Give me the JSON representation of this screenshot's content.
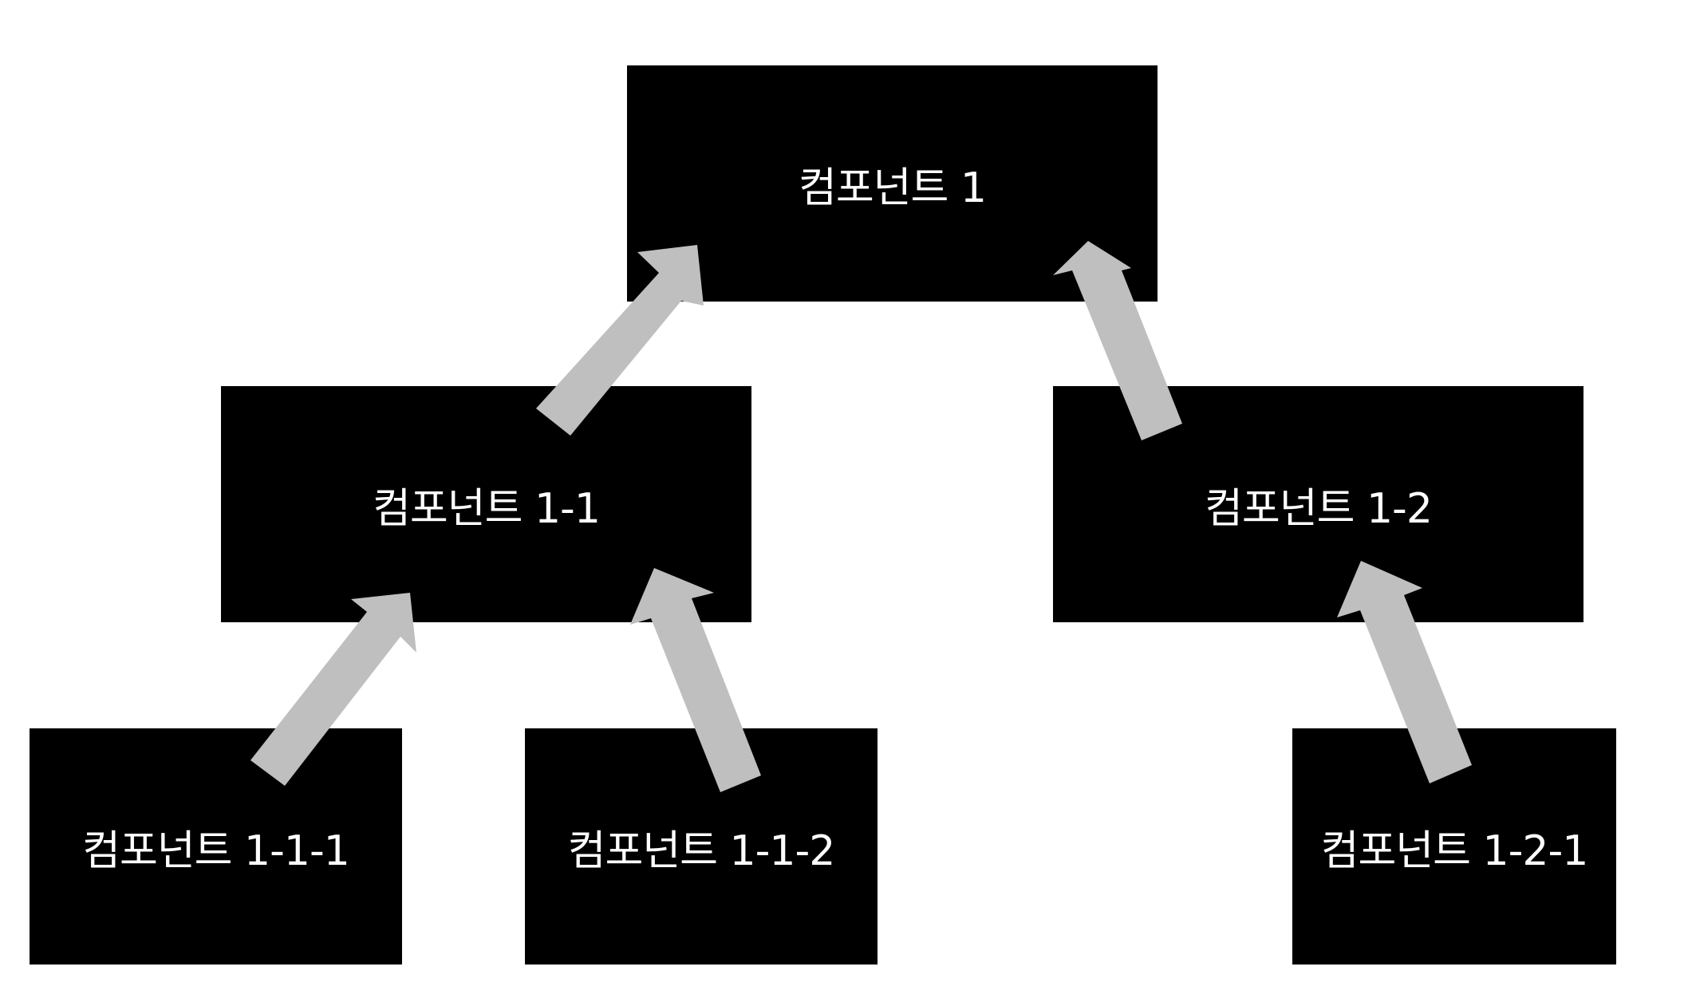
{
  "diagram": {
    "nodes": {
      "n1": {
        "label": "컴포넌트 1"
      },
      "n11": {
        "label": "컴포넌트 1-1"
      },
      "n12": {
        "label": "컴포넌트 1-2"
      },
      "n111": {
        "label": "컴포넌트 1-1-1"
      },
      "n112": {
        "label": "컴포넌트 1-1-2"
      },
      "n121": {
        "label": "컴포넌트 1-2-1"
      }
    },
    "edges": [
      {
        "from": "n11",
        "to": "n1"
      },
      {
        "from": "n12",
        "to": "n1"
      },
      {
        "from": "n111",
        "to": "n11"
      },
      {
        "from": "n112",
        "to": "n11"
      },
      {
        "from": "n121",
        "to": "n12"
      }
    ],
    "colors": {
      "node_fill": "#000000",
      "node_text": "#ffffff",
      "arrow_fill": "#bfbfbf",
      "background": "#ffffff"
    }
  }
}
